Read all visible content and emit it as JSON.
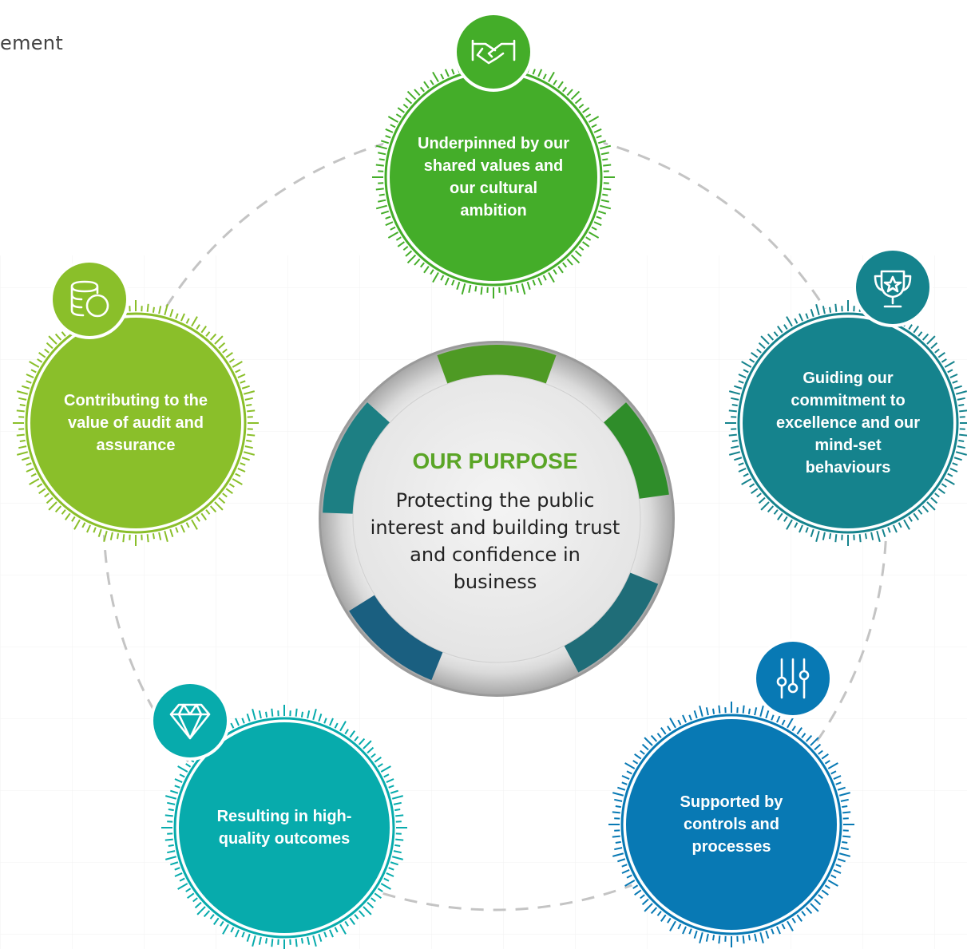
{
  "corner_text": "ement",
  "center": {
    "title": "OUR PURPOSE",
    "body": "Protecting the public interest and building trust and confidence in business"
  },
  "nodes": [
    {
      "id": "values",
      "label": "Underpinned by our shared values and our cultural ambition",
      "icon": "handshake-icon",
      "color": "#44ad29"
    },
    {
      "id": "excellence",
      "label": "Guiding our commitment to excellence and our mind-set behaviours",
      "icon": "trophy-icon",
      "color": "#15838d"
    },
    {
      "id": "controls",
      "label": "Supported by controls and processes",
      "icon": "sliders-icon",
      "color": "#0879b4"
    },
    {
      "id": "outcomes",
      "label": "Resulting in high-quality outcomes",
      "icon": "diamond-icon",
      "color": "#07abac"
    },
    {
      "id": "assurance",
      "label": "Contributing to the value of audit and assurance",
      "icon": "coins-dollar-icon",
      "color": "#8abf2a"
    }
  ],
  "colors": {
    "accent_green": "#5aa526",
    "dashed_ring": "#c4c4c4",
    "center_fill": "#ececec"
  }
}
